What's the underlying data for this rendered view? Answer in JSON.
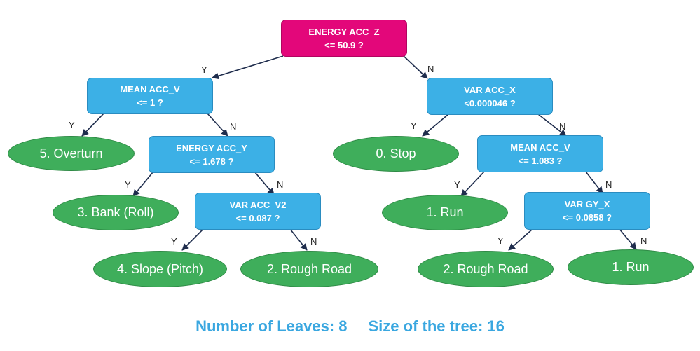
{
  "colors": {
    "root_fill": "#e3077a",
    "decision_fill": "#3cb0e6",
    "leaf_fill": "#3fae5b",
    "edge_color": "#1f2d4d",
    "footer_text": "#3aa7e0"
  },
  "nodes": {
    "root": {
      "line1": "ENERGY ACC_Z",
      "line2": "<= 50.9 ?"
    },
    "mean_acc_v_1": {
      "line1": "MEAN ACC_V",
      "line2": "<= 1 ?"
    },
    "var_acc_x": {
      "line1": "VAR ACC_X",
      "line2": "<0.000046 ?"
    },
    "energy_acc_y": {
      "line1": "ENERGY ACC_Y",
      "line2": "<= 1.678 ?"
    },
    "mean_acc_v_2": {
      "line1": "MEAN ACC_V",
      "line2": "<= 1.083 ?"
    },
    "var_acc_v2": {
      "line1": "VAR ACC_V2",
      "line2": "<= 0.087 ?"
    },
    "var_gy_x": {
      "line1": "VAR GY_X",
      "line2": "<= 0.0858 ?"
    }
  },
  "leaves": {
    "overturn": "5. Overturn",
    "stop": "0. Stop",
    "bank": "3. Bank (Roll)",
    "run_1": "1. Run",
    "slope": "4. Slope (Pitch)",
    "rough_road_1": "2. Rough Road",
    "rough_road_2": "2. Rough Road",
    "run_2": "1. Run"
  },
  "edge_labels": {
    "yes": "Y",
    "no": "N"
  },
  "footer": {
    "leaves_text": "Number of Leaves: 8",
    "size_text": "Size of the tree: 16"
  }
}
